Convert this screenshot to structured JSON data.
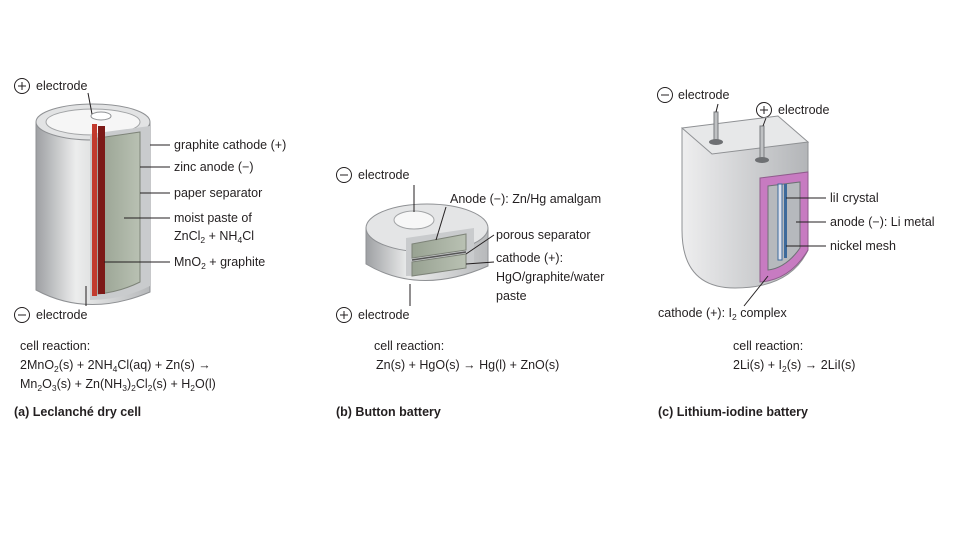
{
  "panel_a": {
    "pos_electrode": "electrode",
    "graphite_cathode": "graphite cathode (+)",
    "zinc_anode": "zinc anode (−)",
    "paper_separator": "paper separator",
    "moist_paste_1": "moist paste of",
    "moist_paste_2": {
      "a": "ZnCl",
      "b": "2",
      "c": " + NH",
      "d": "4",
      "e": "Cl"
    },
    "mno2_graphite": {
      "a": "MnO",
      "b": "2",
      "c": " + graphite"
    },
    "neg_electrode": "electrode",
    "reaction_title": "cell reaction:",
    "reaction_line1": {
      "a": "2MnO",
      "b": "2",
      "c": "(s) + 2NH",
      "d": "4",
      "e": "Cl(aq) + Zn(s)  →"
    },
    "reaction_line2": {
      "a": "Mn",
      "b": "2",
      "c": "O",
      "d": "3",
      "e": "(s) + Zn(NH",
      "f": "3",
      "g": ")",
      "h": "2",
      "i": "Cl",
      "j": "2",
      "k": "(s) + H",
      "l": "2",
      "m": "O(l)"
    },
    "caption": "(a) Leclanché dry cell"
  },
  "panel_b": {
    "neg_electrode": "electrode",
    "anode": "Anode (−): Zn/Hg amalgam",
    "porous_separator": "porous separator",
    "cathode_1": "cathode (+):",
    "cathode_2": "HgO/graphite/water",
    "cathode_3": "paste",
    "pos_electrode": "electrode",
    "reaction_title": "cell reaction:",
    "reaction": "Zn(s) + HgO(s)  →  Hg(l) + ZnO(s)",
    "caption": "(b) Button battery"
  },
  "panel_c": {
    "neg_electrode": "electrode",
    "pos_electrode": "electrode",
    "lii_crystal": "liI crystal",
    "anode": "anode (−): Li metal",
    "nickel_mesh": "nickel mesh",
    "cathode": {
      "a": "cathode (+): I",
      "b": "2",
      "c": " complex"
    },
    "reaction_title": "cell reaction:",
    "reaction": {
      "a": "2Li(s) + I",
      "b": "2",
      "c": "(s)  → 2LiI(s)"
    },
    "caption": "(c) Lithium-iodine battery"
  },
  "colors": {
    "casing": "#d9dadb",
    "paste": "#a9b2a2",
    "cathode_rod": "#8b1d1a",
    "iodine_complex": "#c77bc1",
    "mesh": "#3d6a9b"
  }
}
